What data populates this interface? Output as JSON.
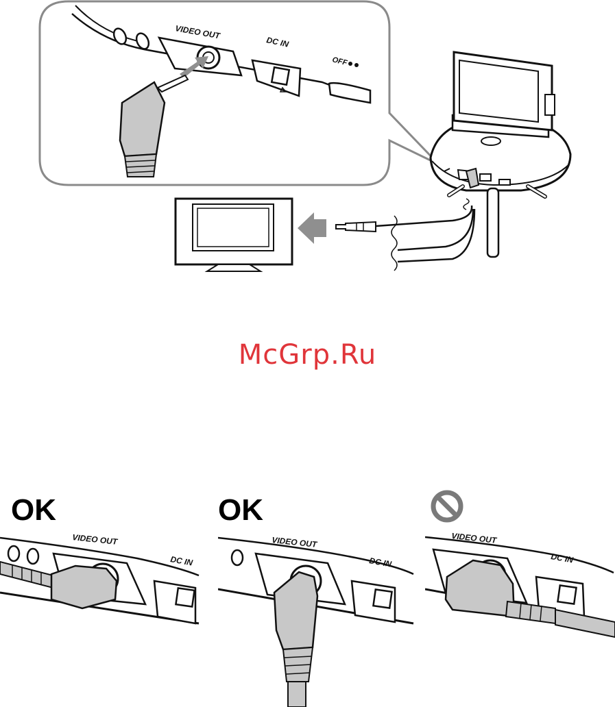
{
  "top_diagram": {
    "callout_labels": {
      "video_out": "VIDEO OUT",
      "dc_in": "DC IN",
      "off": "OFF"
    }
  },
  "watermark": "McGrp.Ru",
  "panels": [
    {
      "status_label": "OK",
      "labels": {
        "video_out": "VIDEO OUT",
        "dc_in": "DC IN"
      }
    },
    {
      "status_label": "OK",
      "labels": {
        "video_out": "VIDEO OUT",
        "dc_in": "DC IN"
      }
    },
    {
      "status_icon": "prohibited-icon",
      "labels": {
        "video_out": "VIDEO OUT",
        "dc_in": "DC IN"
      }
    }
  ],
  "colors": {
    "plug_gray": "#c8c8c8",
    "callout_border": "#8a8a8a",
    "watermark": "#e0353a",
    "arrow_gray": "#8f8f8f"
  }
}
